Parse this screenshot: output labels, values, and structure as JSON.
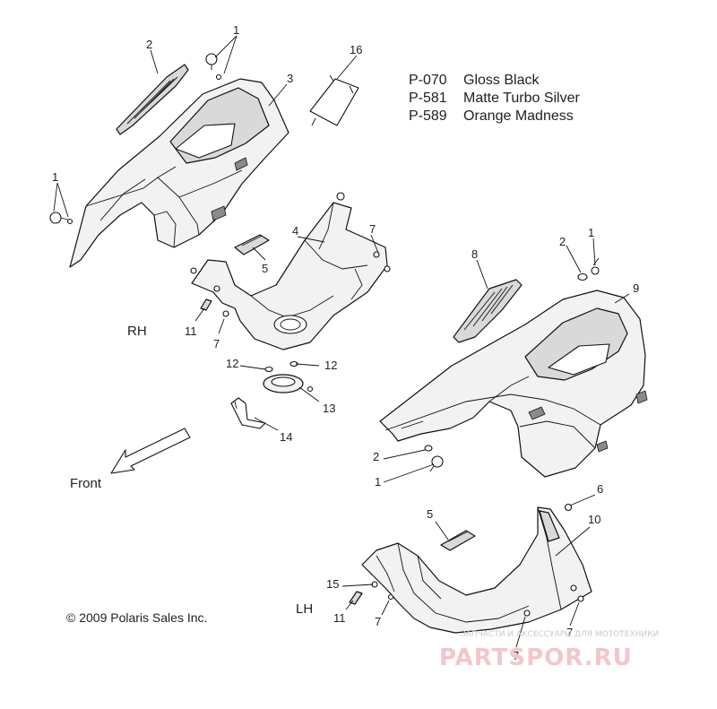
{
  "legend": [
    {
      "code": "P-070",
      "name": "Gloss Black"
    },
    {
      "code": "P-581",
      "name": "Matte Turbo Silver"
    },
    {
      "code": "P-589",
      "name": "Orange Madness"
    }
  ],
  "side_labels": {
    "rh": "RH",
    "lh": "LH"
  },
  "direction_label": "Front",
  "copyright": "© 2009 Polaris Sales Inc.",
  "watermark": {
    "subtitle": "ЗАПЧАСТИ И АКСЕССУАРЫ ДЛЯ МОТОТЕХНИКИ",
    "brand": "PARTSPOR.RU"
  },
  "callouts": {
    "c1a": "1",
    "c2a": "2",
    "c3": "3",
    "c16": "16",
    "c1b": "1",
    "c4": "4",
    "c7a": "7",
    "c5a": "5",
    "c11a": "11",
    "c7b": "7",
    "c12a": "12",
    "c12b": "12",
    "c13": "13",
    "c14": "14",
    "c2b": "2",
    "c1c": "1",
    "c8": "8",
    "c9": "9",
    "c2c": "2",
    "c1d": "1",
    "c6": "6",
    "c5b": "5",
    "c10": "10",
    "c15": "15",
    "c11b": "11",
    "c7c": "7",
    "c7d": "7",
    "c7e": "7"
  }
}
